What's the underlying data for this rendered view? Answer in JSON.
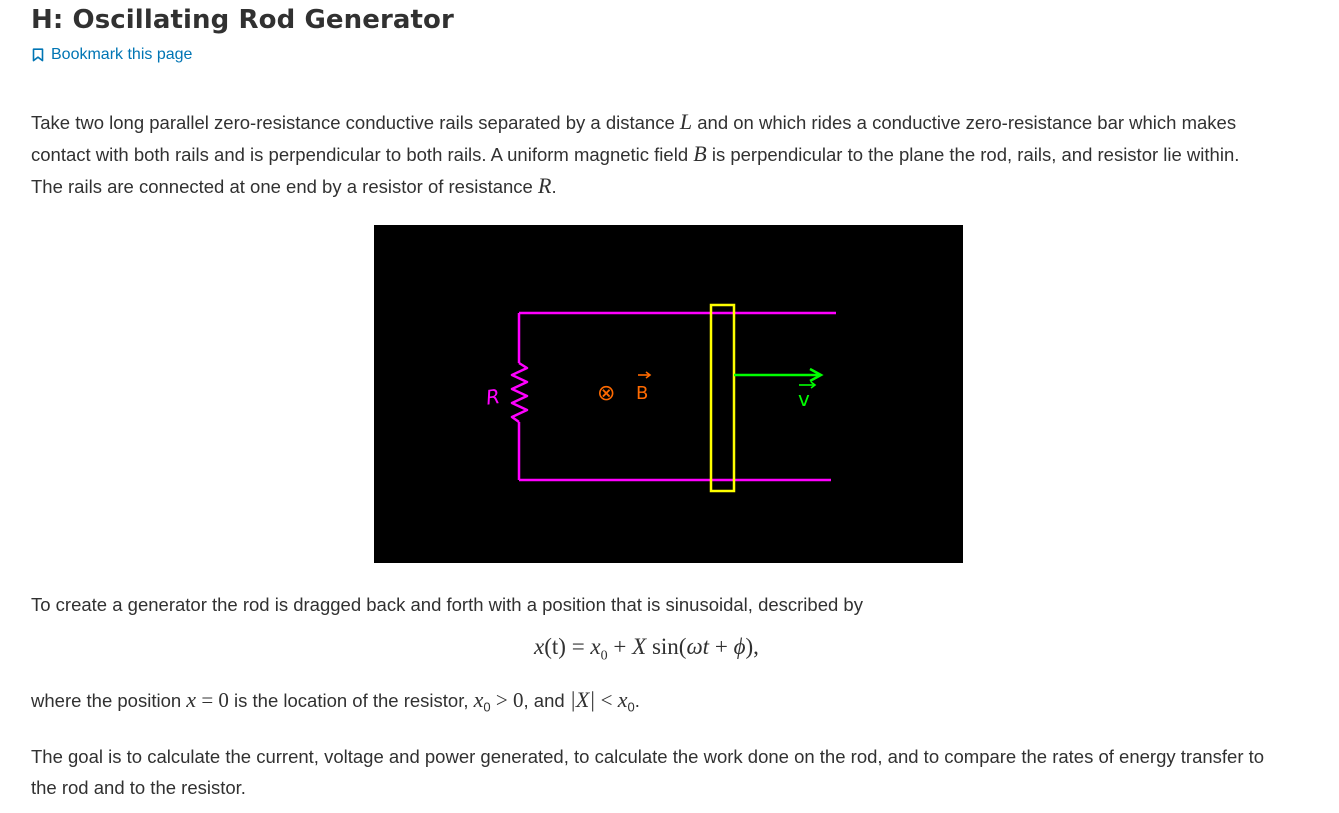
{
  "page": {
    "title": "H: Oscillating Rod Generator",
    "bookmark_label": "Bookmark this page",
    "colors": {
      "link": "#0075b4",
      "text": "#313131",
      "figure_background": "#000000",
      "rails": "#ff00ff",
      "rod": "#ffff00",
      "velocity": "#00ff00",
      "field_label": "#ff6a00"
    }
  },
  "intro": {
    "s1": "Take two long parallel zero-resistance conductive rails separated by a distance ",
    "var_L": "L",
    "s2": " and on which rides a conductive zero-resistance bar which makes contact with both rails and is perpendicular to both rails. A uniform magnetic field ",
    "var_B": "B",
    "s3": " is perpendicular to the plane the rod, rails, and resistor lie within. The rails are connected at one end by a resistor of resistance ",
    "var_R": "R",
    "s4": "."
  },
  "figure": {
    "resistor_label": "R",
    "field_symbol": "⊗",
    "field_label": "B",
    "velocity_label": "v"
  },
  "generator": {
    "text": "To create a generator the rod is dragged back and forth with a position that is sinusoidal, described by"
  },
  "equation": {
    "x": "x",
    "t_paren": "(t)",
    "eq_sign": " = ",
    "x0_x": "x",
    "x0_sub": "0",
    "plus": " + ",
    "X": "X",
    "sin": " sin(",
    "omega_t": "ωt",
    "plus2": " + ",
    "phi": "ϕ",
    "close": "),"
  },
  "where": {
    "s1": "where the position ",
    "x": "x",
    "eq0": " = 0",
    "s2": " is the location of the resistor, ",
    "x0": "x",
    "x0_sub": "0",
    "gt0": " > 0",
    "s3": ", and ",
    "absX": "|X|",
    "lt": " < ",
    "x0b": "x",
    "x0b_sub": "0",
    "end": "."
  },
  "goal": {
    "text": "The goal is to calculate the current, voltage and power generated, to calculate the work done on the rod, and to compare the rates of energy transfer to the rod and to the resistor."
  }
}
